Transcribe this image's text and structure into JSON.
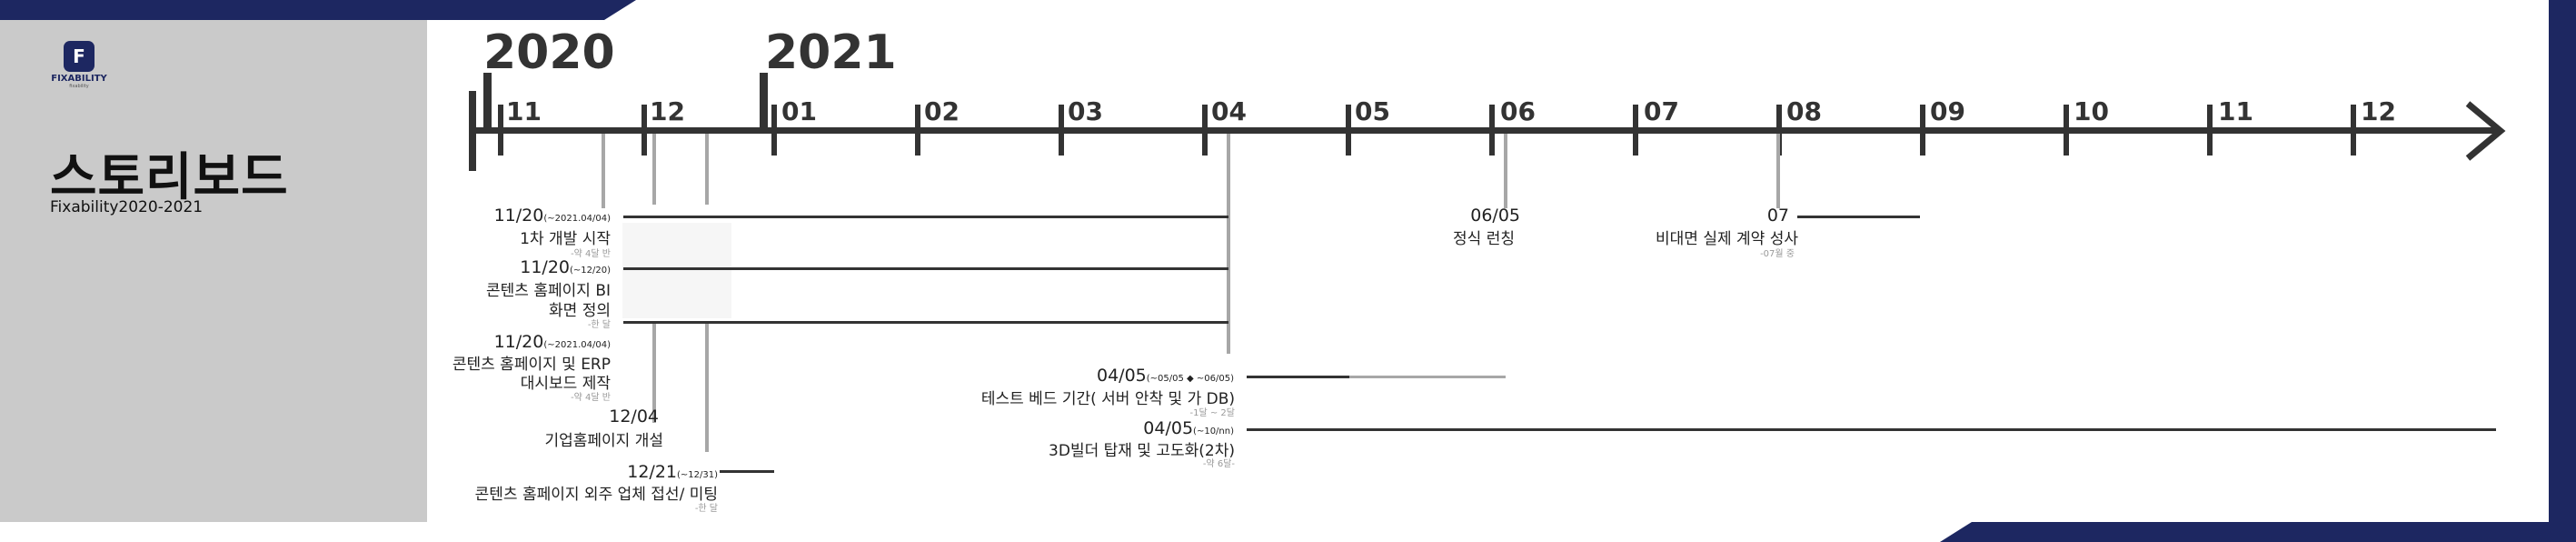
{
  "sidebar": {
    "logo_letter": "F",
    "logo_text": "FIXABILITY",
    "logo_sub": "fixability",
    "title": "스토리보드",
    "subtitle": "Fixability2020-2021"
  },
  "timeline": {
    "year_2020": "2020",
    "year_2021": "2021",
    "months": [
      "11",
      "12",
      "01",
      "02",
      "03",
      "04",
      "05",
      "06",
      "07",
      "08",
      "09",
      "10",
      "11",
      "12"
    ]
  },
  "events": [
    {
      "date": "11/20",
      "range": "(~2021.04/04)",
      "name": "1차 개발 시작",
      "note": "-약 4달 반"
    },
    {
      "date": "11/20",
      "range": "(~12/20)",
      "name1": "콘텐츠 홈페이지 BI",
      "name2": "화면 정의",
      "note": "-한 달"
    },
    {
      "date": "11/20",
      "range": "(~2021.04/04)",
      "name1": "콘텐츠 홈페이지 및 ERP",
      "name2": "대시보드 제작",
      "note": "-약 4달 반"
    },
    {
      "date": "12/04",
      "name": "기업홈페이지 개설"
    },
    {
      "date": "12/21",
      "range": "(~12/31)",
      "name": "콘텐츠 홈페이지 외주 업체 접선/ 미팅",
      "note": "-한 달"
    },
    {
      "date": "04/05",
      "range": "(~05/05 ◆ ~06/05)",
      "name": "테스트 베드 기간( 서버 안착 및 가 DB)",
      "note": "-1달 ~ 2달"
    },
    {
      "date": "04/05",
      "range": "(~10/nn)",
      "name": "3D빌더 탑재 및 고도화(2차)",
      "note": "-약 6달-"
    },
    {
      "date": "06/05",
      "name": "정식 런칭"
    },
    {
      "date": "07",
      "name": "비대면 실제 계약 성사",
      "note": "-07월 중"
    }
  ]
}
